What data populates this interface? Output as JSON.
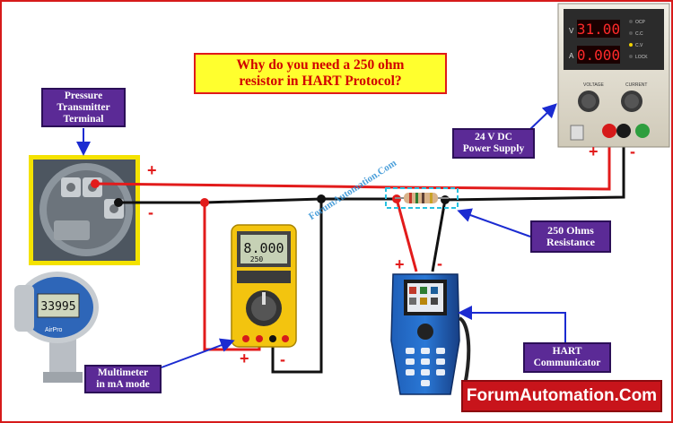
{
  "title": {
    "line1": "Why do you need a 250 ohm",
    "line2": "resistor in HART Protocol?"
  },
  "labels": {
    "pressure_transmitter": [
      "Pressure",
      "Transmitter",
      "Terminal"
    ],
    "power_supply": [
      "24 V DC",
      "Power Supply"
    ],
    "resistance": [
      "250 Ohms",
      "Resistance"
    ],
    "multimeter": [
      "Multimeter",
      "in mA mode"
    ],
    "hart": [
      "HART",
      "Communicator"
    ]
  },
  "brand": "ForumAutomation.Com",
  "watermark": "ForumAutomation.Com",
  "power_supply": {
    "voltage_display": "31.00",
    "current_display": "0.000",
    "v_label": "V",
    "a_label": "A",
    "voltage_knob": "VOLTAGE",
    "current_knob": "CURRENT",
    "indicators": [
      "OCP",
      "C.C",
      "C.V",
      "LOCK"
    ]
  },
  "multimeter": {
    "reading": "8.000",
    "sub_reading": "250"
  },
  "transmitter": {
    "display": "33995"
  },
  "polarity": {
    "plus": "+",
    "minus": "-"
  },
  "colors": {
    "wire_red": "#e21b1b",
    "wire_black": "#111111",
    "label_bg": "#5b2a96",
    "title_bg": "#ffff2e",
    "brand_bg": "#c8141b",
    "arrow": "#1b2bd1"
  }
}
